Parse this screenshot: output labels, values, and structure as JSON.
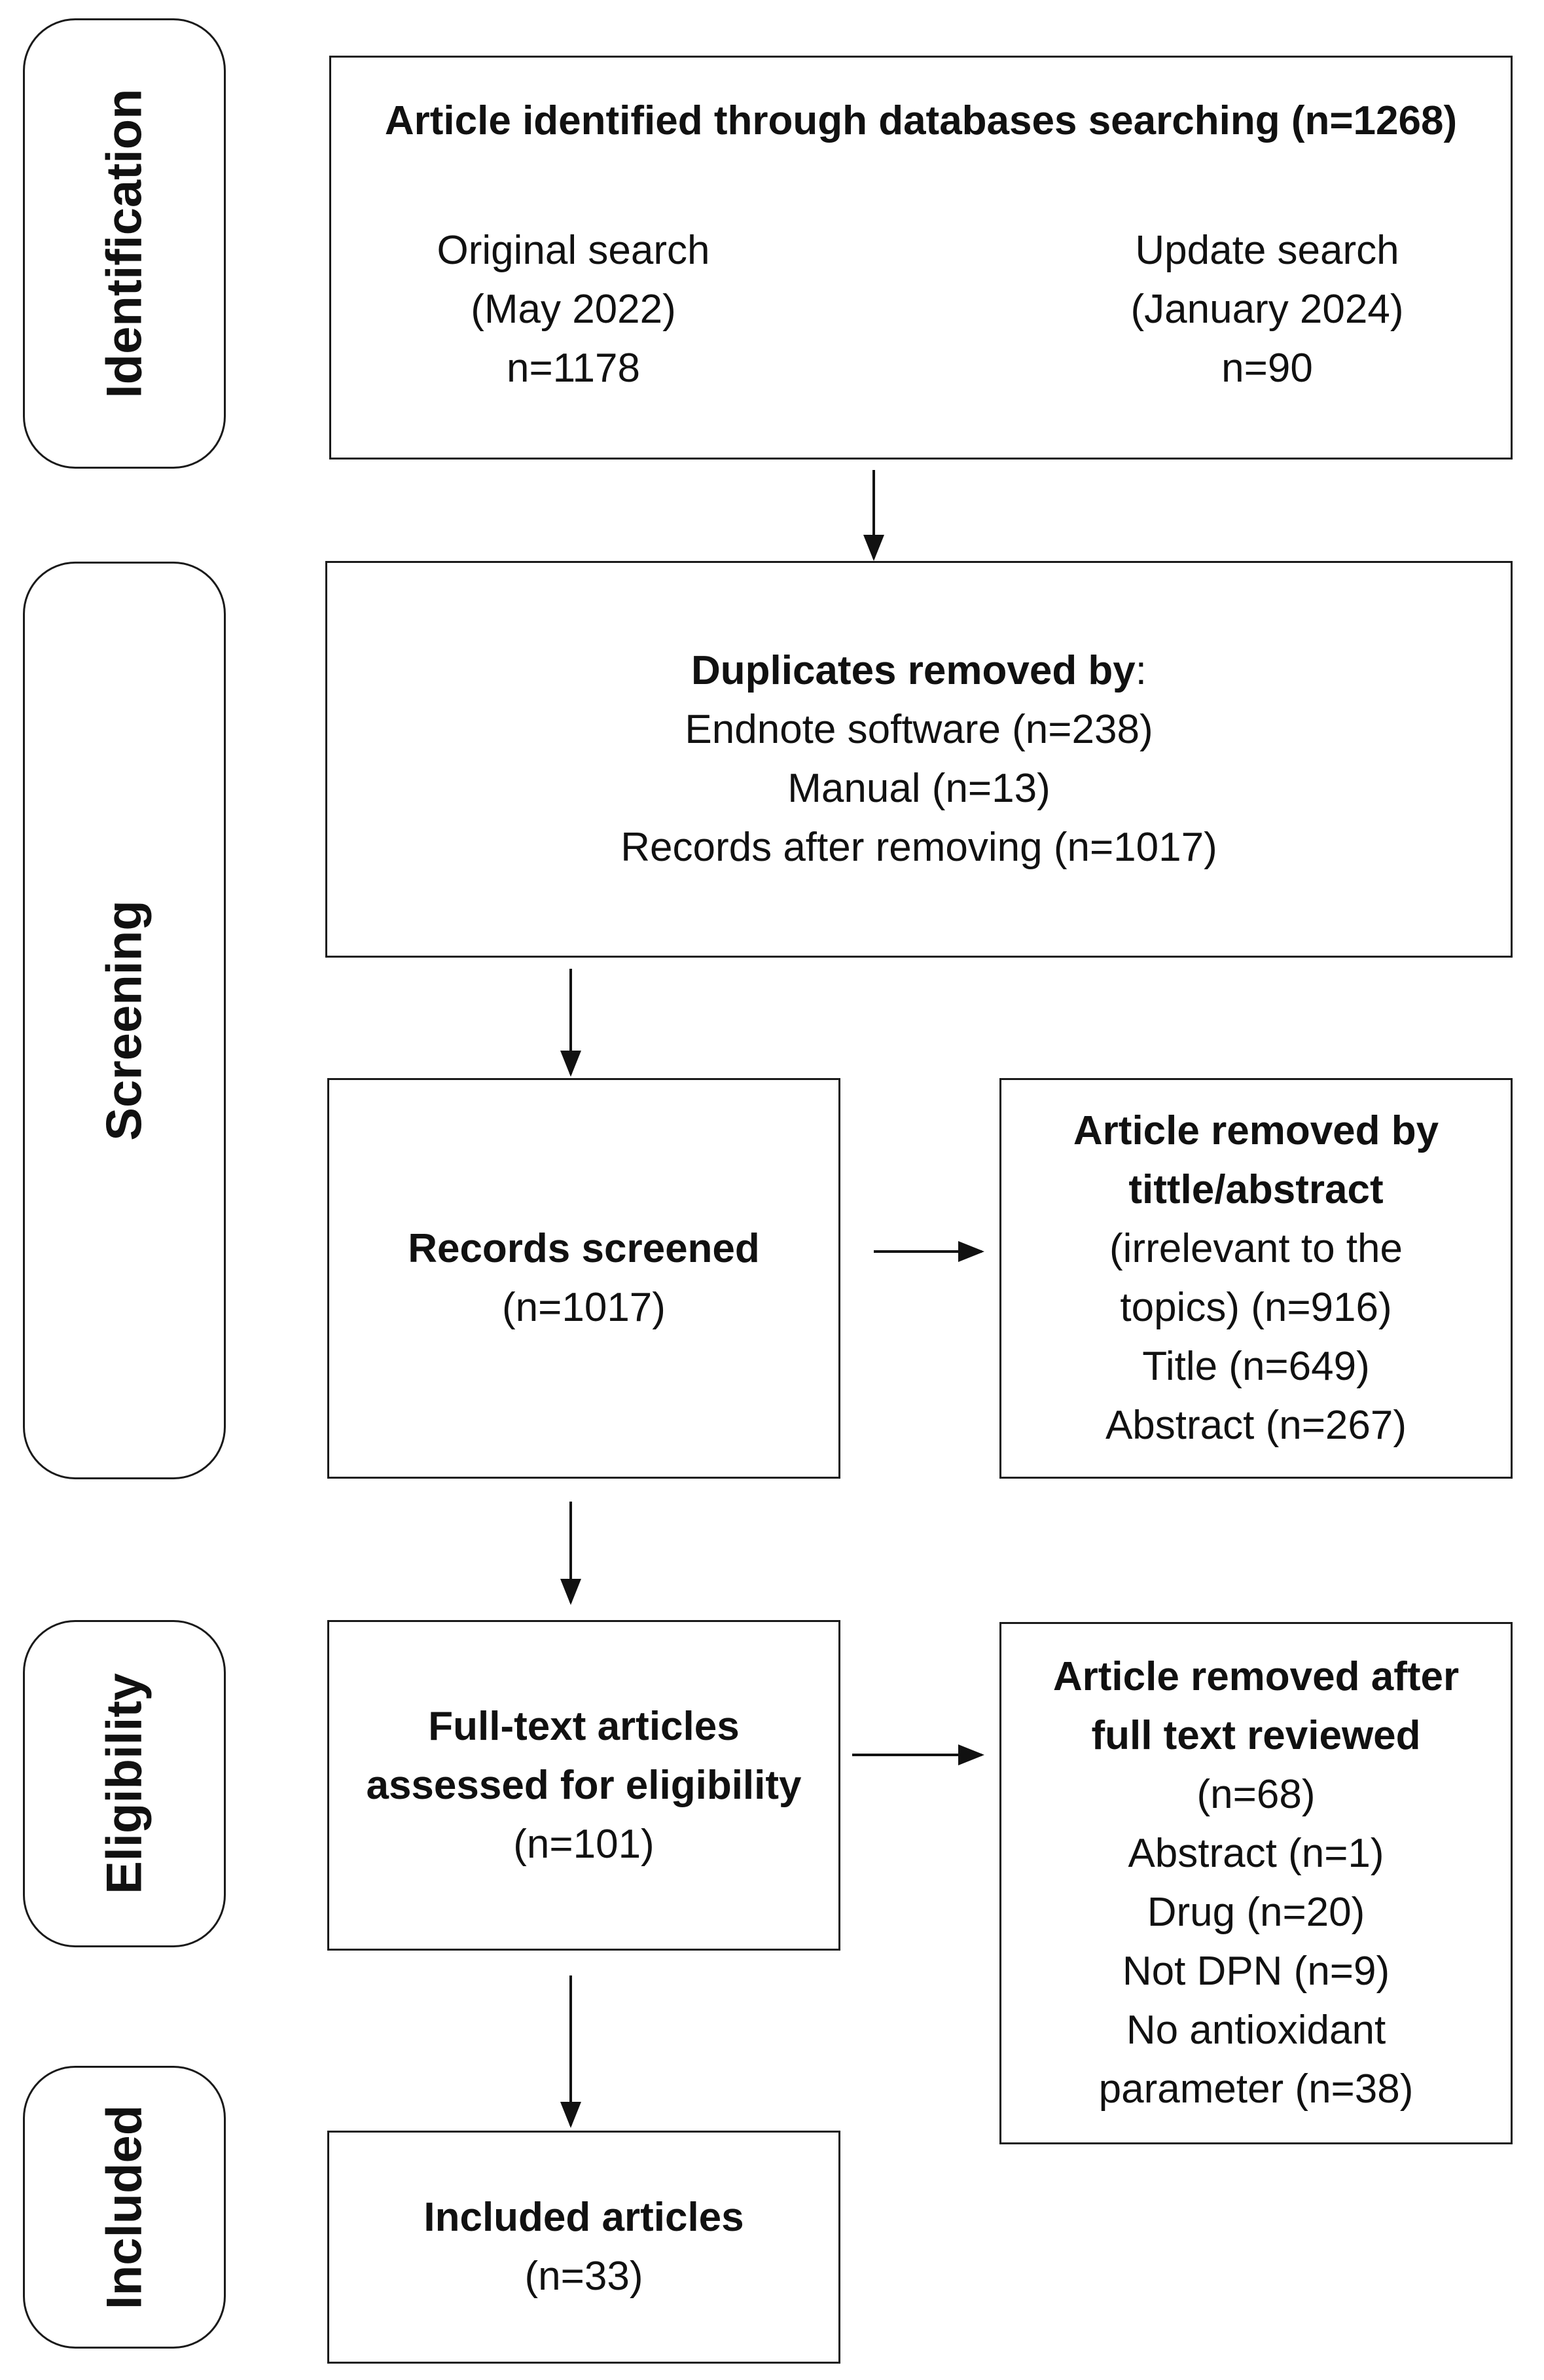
{
  "stages": {
    "identification": "Identification",
    "screening": "Screening",
    "eligibility": "Eligibility",
    "included": "Included"
  },
  "identification_box": {
    "title": "Article identified through databases searching (n=1268)",
    "original": [
      "Original search",
      "(May 2022)",
      "n=1178"
    ],
    "update": [
      "Update search",
      "(January 2024)",
      "n=90"
    ]
  },
  "duplicates_box": {
    "title": "Duplicates removed by",
    "title_suffix": ":",
    "lines": [
      "Endnote software (n=238)",
      "Manual (n=13)",
      "Records after removing (n=1017)"
    ]
  },
  "screened_box": {
    "title": "Records screened",
    "count": "(n=1017)"
  },
  "removed_title_box": {
    "title": [
      "Article removed by",
      "tittle/abstract"
    ],
    "lines": [
      "(irrelevant to the",
      "topics) (n=916)",
      "Title (n=649)",
      "Abstract (n=267)"
    ]
  },
  "fulltext_box": {
    "title": [
      "Full-text articles",
      "assessed for eligibility"
    ],
    "count": "(n=101)"
  },
  "removed_fulltext_box": {
    "title": [
      "Article removed after",
      "full text reviewed"
    ],
    "lines": [
      "(n=68)",
      "Abstract (n=1)",
      "Drug (n=20)",
      "Not DPN (n=9)",
      "No antioxidant",
      "parameter (n=38)"
    ]
  },
  "included_box": {
    "title": "Included articles",
    "count": "(n=33)"
  }
}
